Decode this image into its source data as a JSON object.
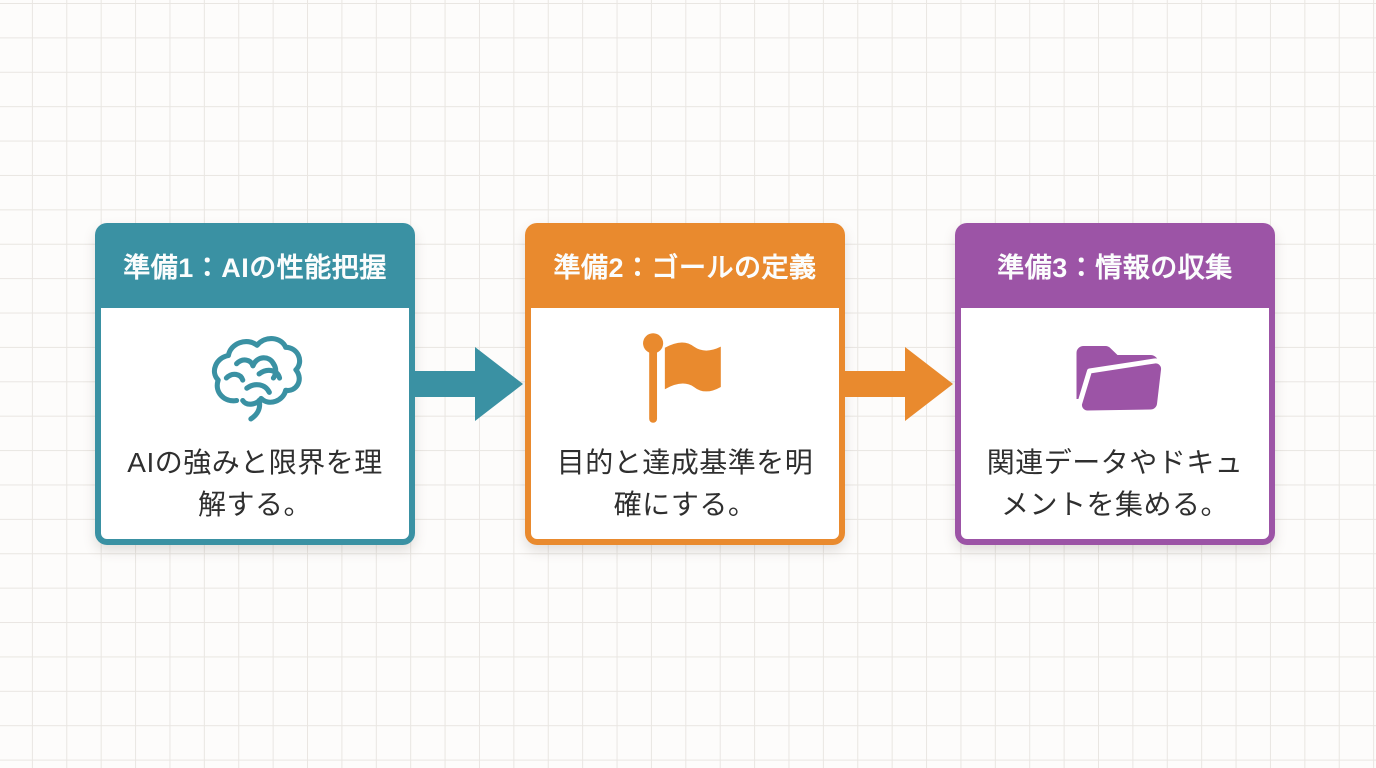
{
  "diagram": {
    "background": {
      "paper": "#fdfcfb",
      "grid_line": "#e9e6e2"
    },
    "steps": [
      {
        "title": "準備1：AIの性能把握",
        "desc_line1": "AIの強みと限界を理",
        "desc_line2": "解する。",
        "icon": "brain-icon",
        "accent": "#3a91a3"
      },
      {
        "title": "準備2：ゴールの定義",
        "desc_line1": "目的と達成基準を明",
        "desc_line2": "確にする。",
        "icon": "flag-icon",
        "accent": "#e98a2e"
      },
      {
        "title": "準備3：情報の収集",
        "desc_line1": "関連データやドキュ",
        "desc_line2": "メントを集める。",
        "icon": "folder-icon",
        "accent": "#9c54a6"
      }
    ],
    "arrows": [
      {
        "accent": "#3a91a3"
      },
      {
        "accent": "#e98a2e"
      }
    ]
  }
}
